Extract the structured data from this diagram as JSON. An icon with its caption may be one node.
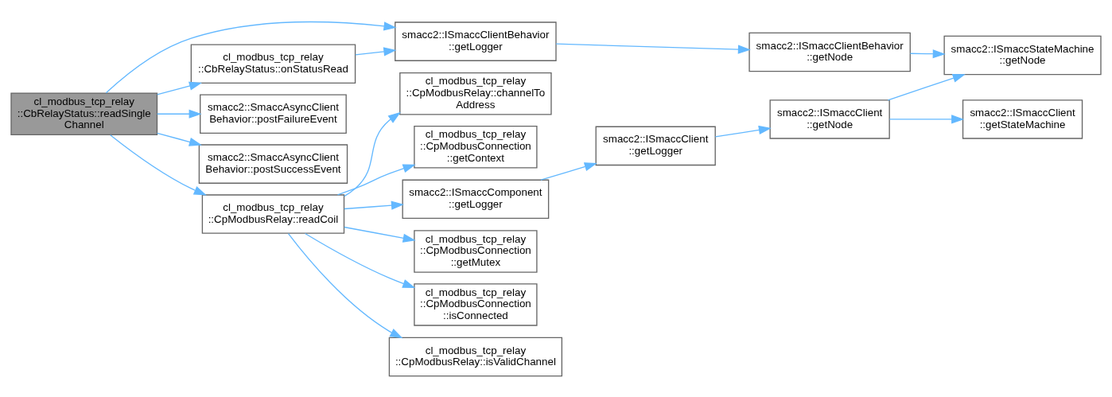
{
  "diagram": {
    "nodes": [
      {
        "text": [
          "cl_modbus_tcp_relay ::CbRelayStatus::readSingle Channel"
        ]
      },
      {
        "text": [
          "smacc2::ISmaccClientBehavior ::getLogger"
        ]
      },
      {
        "text": [
          "cl_modbus_tcp_relay ::CbRelayStatus::onStatusRead"
        ]
      },
      {
        "text": [
          "smacc2::SmaccAsyncClient Behavior::postFailureEvent"
        ]
      },
      {
        "text": [
          "smacc2::SmaccAsyncClient Behavior::postSuccessEvent"
        ]
      },
      {
        "text": [
          "cl_modbus_tcp_relay ::CpModbusRelay::readCoil"
        ]
      },
      {
        "text": [
          "smacc2::ISmaccClientBehavior ::getNode"
        ]
      },
      {
        "text": [
          "smacc2::ISmaccStateMachine ::getNode"
        ]
      },
      {
        "text": [
          "cl_modbus_tcp_relay ::CpModbusRelay::channelTo Address"
        ]
      },
      {
        "text": [
          "cl_modbus_tcp_relay ::CpModbusConnection ::getContext"
        ]
      },
      {
        "text": [
          "smacc2::ISmaccComponent ::getLogger"
        ]
      },
      {
        "text": [
          "cl_modbus_tcp_relay ::CpModbusConnection ::getMutex"
        ]
      },
      {
        "text": [
          "cl_modbus_tcp_relay ::CpModbusConnection ::isConnected"
        ]
      },
      {
        "text": [
          "cl_modbus_tcp_relay ::CpModbusRelay::isValidChannel"
        ]
      },
      {
        "text": [
          "smacc2::ISmaccClient ::getLogger"
        ]
      },
      {
        "text": [
          "smacc2::ISmaccClient ::getNode"
        ]
      },
      {
        "text": [
          "smacc2::ISmaccClient ::getStateMachine"
        ]
      }
    ],
    "edges": [
      {
        "from": 0,
        "to": 1,
        "arrow": "to"
      },
      {
        "from": 0,
        "to": 2,
        "arrow": "to"
      },
      {
        "from": 0,
        "to": 3,
        "arrow": "to"
      },
      {
        "from": 0,
        "to": 4,
        "arrow": "to"
      },
      {
        "from": 0,
        "to": 5,
        "arrow": "to"
      },
      {
        "from": 2,
        "to": 1,
        "arrow": "to"
      },
      {
        "from": 1,
        "to": 6,
        "arrow": "to"
      },
      {
        "from": 6,
        "to": 7,
        "arrow": "to"
      },
      {
        "from": 5,
        "to": 8,
        "arrow": "to"
      },
      {
        "from": 5,
        "to": 9,
        "arrow": "to"
      },
      {
        "from": 5,
        "to": 10,
        "arrow": "to"
      },
      {
        "from": 5,
        "to": 11,
        "arrow": "to"
      },
      {
        "from": 5,
        "to": 12,
        "arrow": "to"
      },
      {
        "from": 5,
        "to": 13,
        "arrow": "to"
      },
      {
        "from": 10,
        "to": 14,
        "arrow": "to"
      },
      {
        "from": 14,
        "to": 15,
        "arrow": "to"
      },
      {
        "from": 15,
        "to": 7,
        "arrow": "to"
      },
      {
        "from": 15,
        "to": 16,
        "arrow": "to"
      }
    ]
  }
}
